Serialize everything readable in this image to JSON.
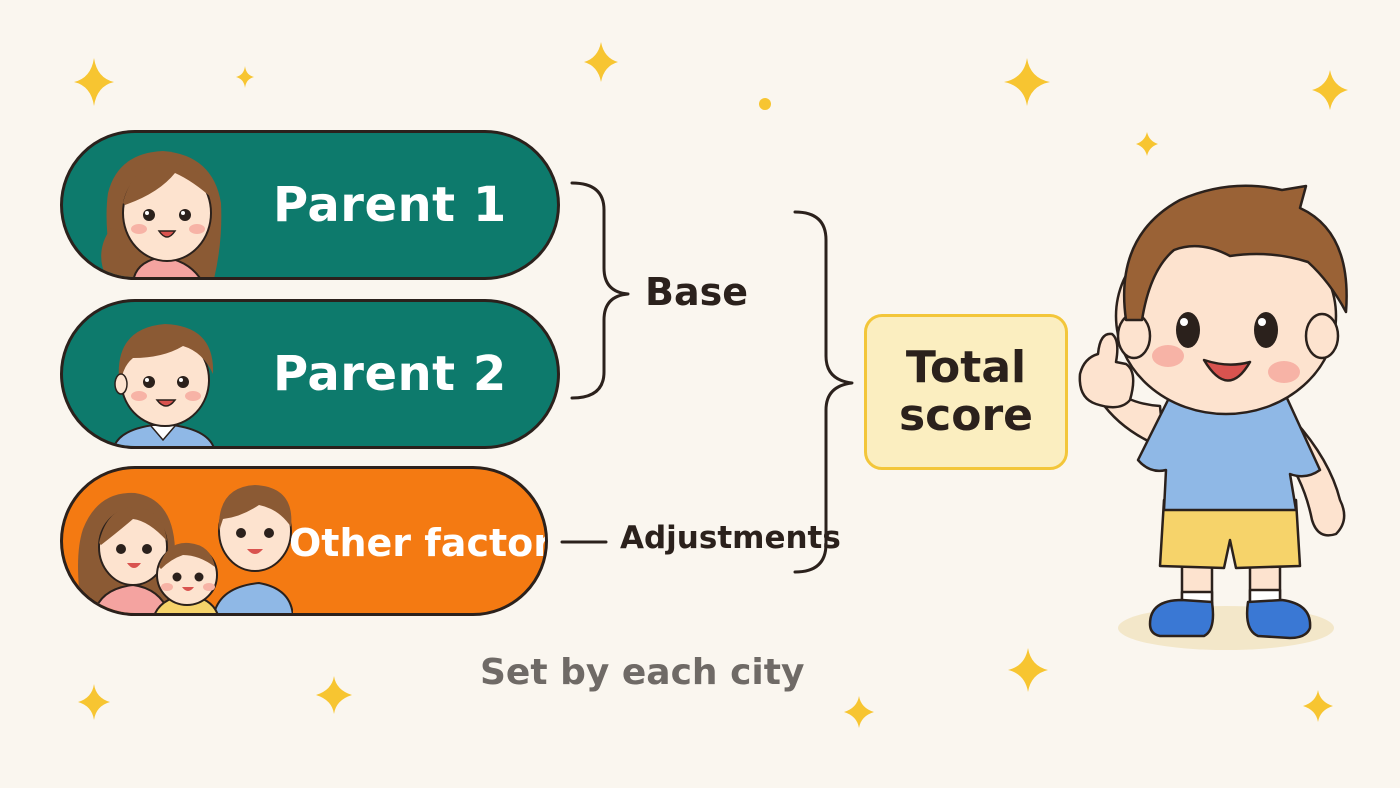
{
  "items": [
    {
      "label": "Parent 1",
      "color": "#0d7a6c",
      "icon": "mother-avatar-icon"
    },
    {
      "label": "Parent 2",
      "color": "#0d7a6c",
      "icon": "father-avatar-icon"
    },
    {
      "label": "Other factors",
      "color": "#f47a12",
      "icon": "family-avatar-icon"
    }
  ],
  "groups": {
    "base_label": "Base",
    "adjustments_label": "Adjustments"
  },
  "result": {
    "line1": "Total",
    "line2": "score",
    "accent": "#f3c63a",
    "icon": "child-thumbs-up-icon"
  },
  "footnote": "Set by each city",
  "decoration": {
    "sparkle_color": "#f7c531"
  }
}
